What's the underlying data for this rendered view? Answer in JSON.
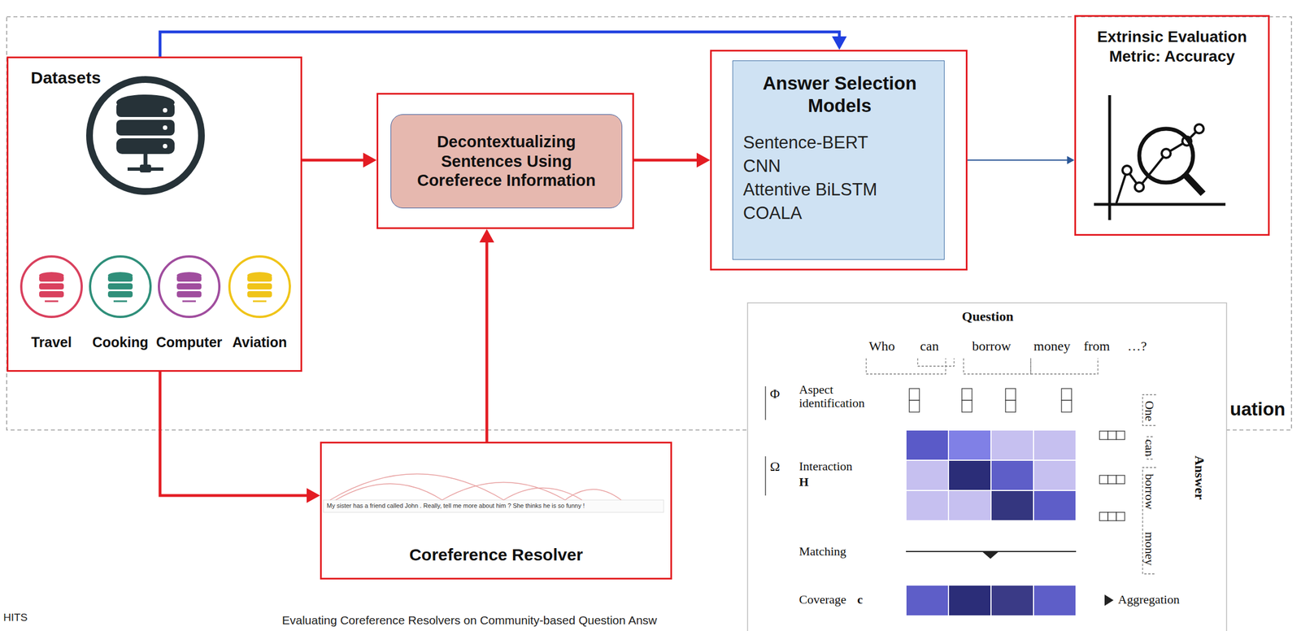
{
  "diagram": {
    "nodes": [
      {
        "text": [
          "Datasets"
        ]
      },
      {
        "text": [
          "Decontextualizing Sentences Using Coreferece Information"
        ]
      },
      {
        "text": [
          "Answer Selection Models",
          "Sentence-BERT",
          "CNN",
          "Attentive BiLSTM",
          "COALA"
        ]
      },
      {
        "text": [
          "Extrinsic Evaluation Metric: Accuracy"
        ]
      },
      {
        "text": [
          "Coreference Resolver"
        ]
      }
    ],
    "edges": [
      {
        "from": 0,
        "to": 1,
        "arrow": "to"
      },
      {
        "from": 1,
        "to": 2,
        "arrow": "to"
      },
      {
        "from": 2,
        "to": 3,
        "arrow": "to"
      },
      {
        "from": 0,
        "to": 2,
        "arrow": "to"
      },
      {
        "from": 0,
        "to": 4,
        "arrow": "to"
      },
      {
        "from": 4,
        "to": 1,
        "arrow": "to"
      }
    ],
    "labels": [
      "Travel",
      "Cooking",
      "Computer",
      "Aviation",
      "My sister has a friend called John . Really, tell me more about him ? She thinks he is so funny !",
      "Question",
      "Who",
      "can",
      "borrow",
      "money",
      "from",
      "…?",
      "Φ",
      "Aspect identification",
      "Ω",
      "Interaction",
      "H",
      "Answer",
      "One",
      "can",
      "borrow",
      "money",
      "Matching",
      "Coverage",
      "c",
      "Aggregation",
      "uation",
      "HITS",
      "Evaluating Coreference Resolvers on Community-based Question Answ"
    ]
  }
}
